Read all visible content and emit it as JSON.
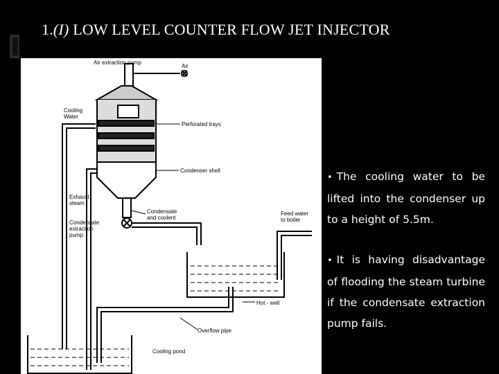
{
  "slide": {
    "title_number": "1.",
    "title_roman": "(I)",
    "title_text": "LOW LEVEL COUNTER FLOW JET INJECTOR"
  },
  "diagram": {
    "labels": {
      "air_extraction_pump": "Air extraction pump",
      "air": "Air",
      "cooling_water": "Cooling\nWater",
      "perforated_trays": "Perforated trays",
      "condenser_shell": "Condenser shell",
      "exhaust_steam": "Exhaust\nsteam",
      "condensate_and_coolant": "Condensate\nand coolent",
      "feed_water_to_boiler": "Feed water\nto boiler",
      "condensate_extraction_pump": "Condensate\nextraction\npump",
      "hot_well": "Hot - well",
      "overflow_pipe": "Overflow pipe",
      "cooling_pond": "Cooling pond"
    }
  },
  "bullets": [
    "The cooling    water to be lifted into the condenser up to a height of 5.5m.",
    "It is having disadvantage of flooding the steam turbine if the condensate extraction pump fails."
  ]
}
